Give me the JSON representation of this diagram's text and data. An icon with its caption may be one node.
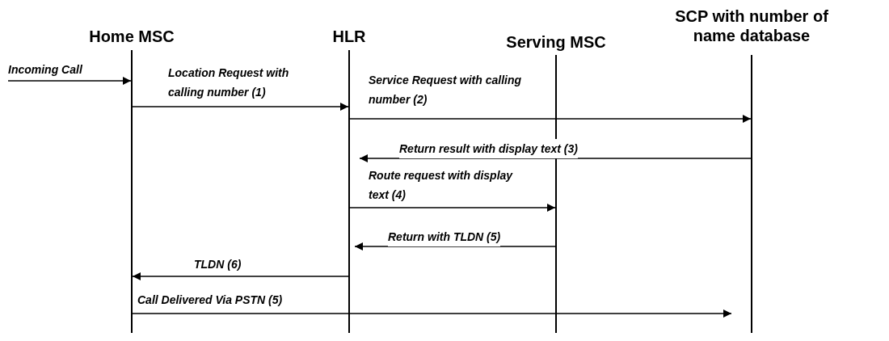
{
  "diagram": {
    "nodes": [
      {
        "text": [
          "Home MSC"
        ]
      },
      {
        "text": [
          "HLR"
        ]
      },
      {
        "text": [
          "Serving MSC"
        ]
      },
      {
        "text": [
          "SCP with number of name database"
        ]
      }
    ],
    "edges": [
      {
        "from": null,
        "to": 0,
        "arrow": "to",
        "label": "Incoming Call"
      },
      {
        "from": 0,
        "to": 1,
        "arrow": "to",
        "label": "Location Request with calling number (1)"
      },
      {
        "from": 1,
        "to": 3,
        "arrow": "to",
        "label": "Service Request with calling number (2)"
      },
      {
        "from": 3,
        "to": 1,
        "arrow": "to",
        "label": "Return result with display text (3)"
      },
      {
        "from": 1,
        "to": 2,
        "arrow": "to",
        "label": "Route request with display text (4)"
      },
      {
        "from": 2,
        "to": 1,
        "arrow": "to",
        "label": "Return with TLDN (5)"
      },
      {
        "from": 1,
        "to": 0,
        "arrow": "to",
        "label": "TLDN (6)"
      },
      {
        "from": 0,
        "to": 3,
        "arrow": "to",
        "label": "Call Delivered Via PSTN (5)"
      }
    ]
  }
}
